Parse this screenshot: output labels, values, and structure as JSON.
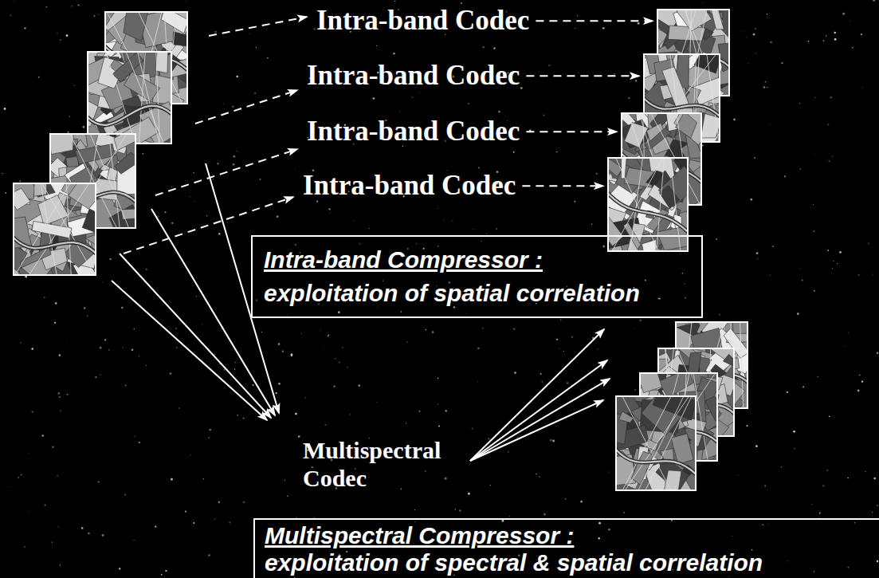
{
  "diagram": {
    "nodes": [
      {
        "text": [
          "Intra-band Compressor :",
          "exploitation of spatial correlation"
        ]
      },
      {
        "text": [
          "Multispectral Compressor :",
          "exploitation of spectral & spatial correlation"
        ]
      }
    ],
    "labels": [
      "Intra-band Codec",
      "Intra-band Codec",
      "Intra-band Codec",
      "Intra-band Codec",
      "Multispectral Codec"
    ]
  }
}
